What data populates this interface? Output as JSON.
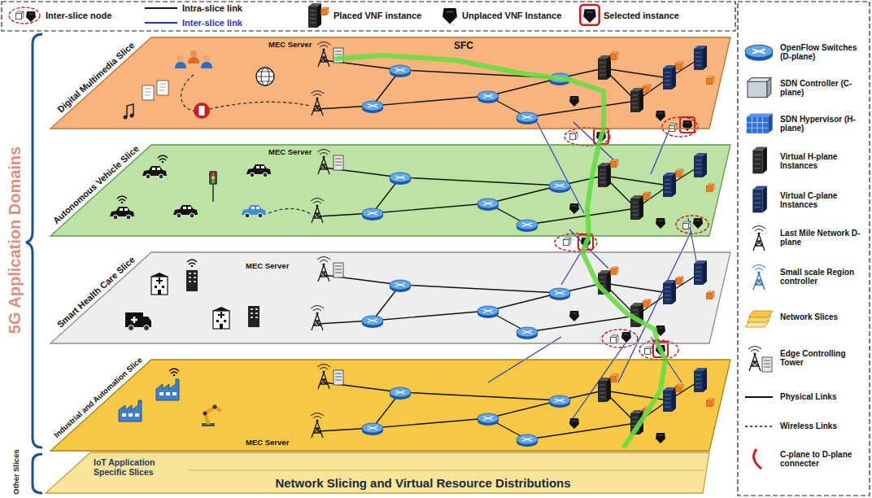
{
  "diagram": {
    "caption": "Network Slicing and Virtual Resource Distributions",
    "nodes": [
      {
        "text": [
          "Digital Multimedia Slice"
        ]
      },
      {
        "text": [
          "Autonomous Vehicle Slice"
        ]
      },
      {
        "text": [
          "Smart Health Care Slice"
        ]
      },
      {
        "text": [
          "Industrial and Automation Slice"
        ]
      },
      {
        "text": [
          "IoT Application Specific Slices"
        ]
      }
    ],
    "edges": [
      {
        "from": 0,
        "to": 1,
        "arrow": "none"
      },
      {
        "from": 1,
        "to": 2,
        "arrow": "none"
      },
      {
        "from": 2,
        "to": 3,
        "arrow": "none"
      }
    ],
    "labels": [
      "5G Application Domains",
      "SFC",
      "MEC Server",
      "MEC Server",
      "MEC Server",
      "MEC Server",
      "Other Slices"
    ],
    "legend": [
      {
        "text": "Inter-slice node"
      },
      {
        "text": "Intra-slice link"
      },
      {
        "text": "Inter-slice link"
      },
      {
        "text": "Placed VNF instance"
      },
      {
        "text": "Unplaced VNF Instance"
      },
      {
        "text": "Selected instance"
      },
      {
        "text": "OpenFlow Switches (D-plane)"
      },
      {
        "text": "SDN Controller (C-plane)"
      },
      {
        "text": "SDN Hypervisor (H-plane)"
      },
      {
        "text": "Virtual H-plane Instances"
      },
      {
        "text": "Virtual C-plane Instances"
      },
      {
        "text": "Last Mile Network D-plane"
      },
      {
        "text": "Small scale Region controller"
      },
      {
        "text": "Network Slices"
      },
      {
        "text": "Edge Controlling Tower"
      },
      {
        "text": "Physical Links"
      },
      {
        "text": "Wireless Links"
      },
      {
        "text": "C-plane to D-plane connecter"
      }
    ]
  }
}
